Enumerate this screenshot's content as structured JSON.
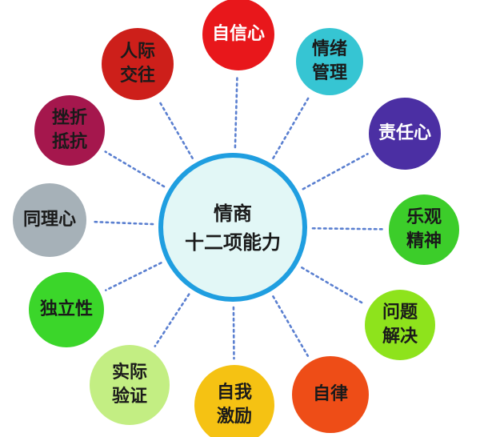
{
  "center": {
    "lines": [
      "情商",
      "十二项能力"
    ],
    "fill": "#e2f7f6",
    "ring": "#1f9ee0"
  },
  "abilities": [
    {
      "lines": [
        "自信心"
      ],
      "color": "#e8171b",
      "text": "#ffffff"
    },
    {
      "lines": [
        "情绪",
        "管理"
      ],
      "color": "#36c5d3",
      "text": "#1a1a1a"
    },
    {
      "lines": [
        "责任心"
      ],
      "color": "#4b2fa3",
      "text": "#ffffff"
    },
    {
      "lines": [
        "乐观",
        "精神"
      ],
      "color": "#3ccd2a",
      "text": "#1a1a1a"
    },
    {
      "lines": [
        "问题",
        "解决"
      ],
      "color": "#8ee31c",
      "text": "#1a1a1a"
    },
    {
      "lines": [
        "自律"
      ],
      "color": "#ee4d17",
      "text": "#1a1a1a"
    },
    {
      "lines": [
        "自我",
        "激励"
      ],
      "color": "#f5c213",
      "text": "#1a1a1a"
    },
    {
      "lines": [
        "实际",
        "验证"
      ],
      "color": "#c3ee83",
      "text": "#1a1a1a"
    },
    {
      "lines": [
        "独立性"
      ],
      "color": "#3bd62a",
      "text": "#1a1a1a"
    },
    {
      "lines": [
        "同理心"
      ],
      "color": "#a6b1b8",
      "text": "#1a1a1a"
    },
    {
      "lines": [
        "挫折",
        "抵抗"
      ],
      "color": "#a5174d",
      "text": "#1a1a1a"
    },
    {
      "lines": [
        "人际",
        "交往"
      ],
      "color": "#cd1f1a",
      "text": "#1a1a1a"
    }
  ],
  "connector_color": "#5a7fd0"
}
